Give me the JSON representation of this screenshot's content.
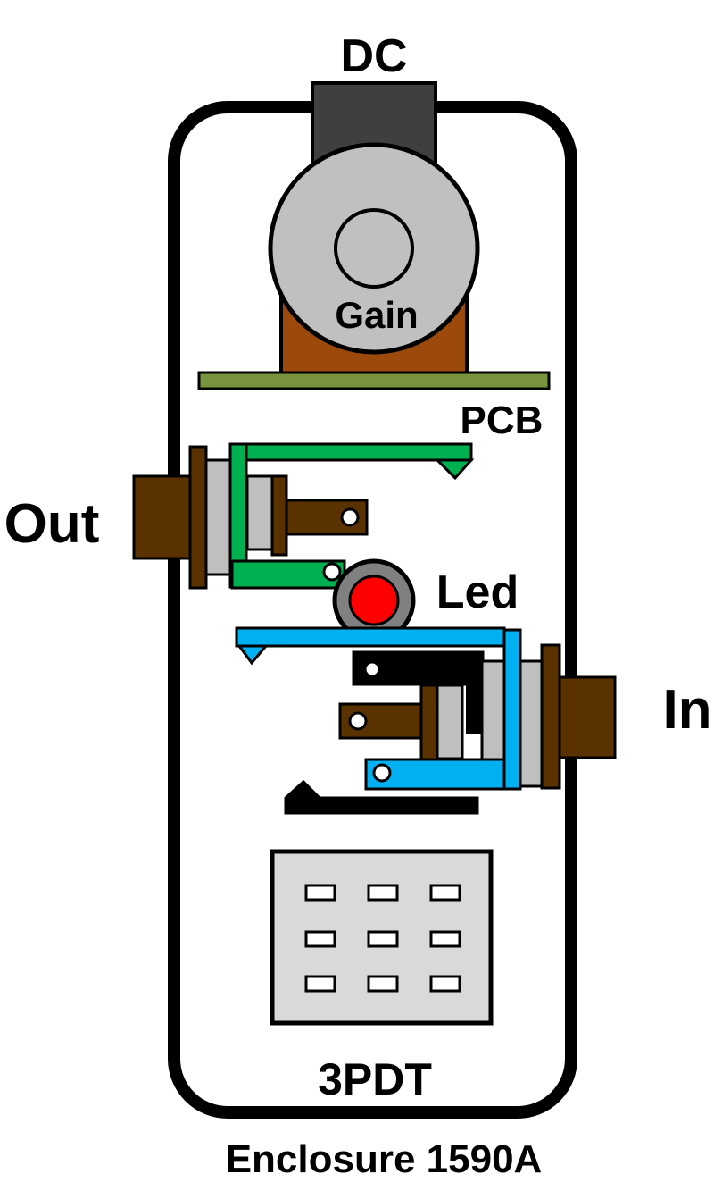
{
  "labels": {
    "dc": "DC",
    "gain": "Gain",
    "pcb": "PCB",
    "out": "Out",
    "led": "Led",
    "in": "In",
    "switch": "3PDT",
    "enclosure": "Enclosure 1590A"
  },
  "colors": {
    "outline": "#000000",
    "enclosure_fill": "#ffffff",
    "dc_jack": "#3f3f3f",
    "pot_body": "#c0c0c0",
    "pot_base": "#9c4a0c",
    "pcb": "#77933c",
    "jack_brown": "#5a3200",
    "jack_gray": "#bfbfbf",
    "out_lug": "#00b050",
    "in_lug": "#00b0f0",
    "led_red": "#ff0000",
    "led_ring": "#808080",
    "switch_fill": "#d9d9d9"
  },
  "icons": {
    "dc_jack": "dc-jack-icon",
    "pot": "potentiometer-icon",
    "led": "led-icon",
    "jack": "audio-jack-icon",
    "switch": "footswitch-icon"
  }
}
